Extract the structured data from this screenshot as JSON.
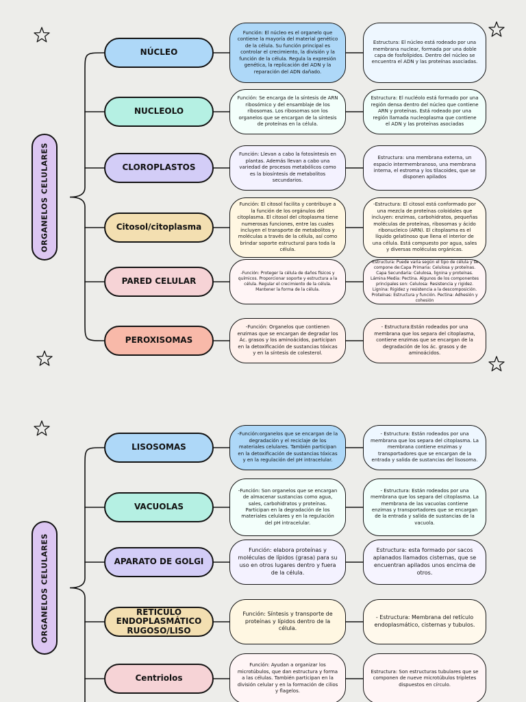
{
  "sections": [
    {
      "label": "ORGANELOS CELULARES",
      "rows": [
        {
          "name": "NÚCLEO",
          "color": "#aed8f8",
          "funcion": "Función: El núcleo es el organelo que contiene la mayoría del material genético de la célula. Su función principal es controlar el crecimiento, la división y la función de la célula. Regula la expresión genética, la replicación del ADN y la reparación del ADN dañado.",
          "estructura": "Estructura: El núcleo está rodeado por una membrana nuclear, formada por una doble capa de fosfolípidos. Dentro del núcleo se encuentra el ADN y las proteínas asociadas."
        },
        {
          "name": "NUCLEOLO",
          "color": "#b5f0e3",
          "funcion": "Función: Se encarga de la síntesis de ARN ribosómico y del ensamblaje de los ribosomas. Los ribosomas son los organelos que se encargan de la síntesis de proteínas en la célula.",
          "estructura": "Estructura: El nucléolo está formado por una región densa dentro del núcleo que contiene ARN y proteínas. Está rodeado por una región llamada nucleoplasma que contiene el ADN y las proteínas asociadas"
        },
        {
          "name": "CLOROPLASTOS",
          "color": "#d3cdf7",
          "funcion": "Función: Llevan a cabo la fotosíntesis en plantas. Además llevan a cabo una variedad de procesos metabólicos como es la biosíntesis de metabolitos secundarios.",
          "estructura": "Estructura: una membrana externa, un espacio intermembranoso, una membrana interna, el estroma y los tilacoides, que se disponen apilados"
        },
        {
          "name": "Citosol/citoplasma",
          "color": "#f3dfb1",
          "funcion": "Función: El citosol facilita y contribuye a la función de los orgánulos del citoplasma. El citosol del citoplasma tiene numerosas funciones, entre las cuales incluyen el transporte de metabolitos y moléculas a través de la célula, así como brindar soporte estructural para toda la célula.",
          "estructura": "-Estructura: El citosol está conformado por una mezcla de proteínas coloidales que incluyen: enzimas, carbohidratos, pequeñas moléculas de proteínas, ribosomas y ácido ribonucleico (ARN). El citoplasma es el líquido gelatinoso que llena el interior de una célula. Está compuesto por agua, sales y diversas moléculas orgánicas."
        },
        {
          "name": "PARED CELULAR",
          "color": "#f6d3d6",
          "funcion": "-Función: Proteger la célula de daños físicos y químicos. Proporcionar soporte y estructura a la célula. Regular el crecimiento de la célula. Mantener la forma de la célula.",
          "estructura": "-Estructura: Puede varia según el tipo de célula y se compone de:Capa Primaria: Celulosa y proteínas. Capa Secundaria: Celulosa, lignina y proteínas. Lámina Media: Pectina. Algunos de los componentes principales son: Celulosa: Resistencia y rigidez. Lignina: Rigidez y resistencia a la descomposición. Proteínas: Estructura y función. Pectina: Adhesión y cohesión"
        },
        {
          "name": "PEROXISOMAS",
          "color": "#f8b9a9",
          "funcion": "-Función: Organelos que contienen enzimas que se encargan de degradar los Ác. grasos y los aminoácidos, participan en la detoxificación de sustancias tóxicas y en la síntesis de colesterol.",
          "estructura": "- Estructura:Están rodeados por una membrana que los separa del citoplasma, contiene enzimas que se encargan de la degradación de los ác. grasos y de aminoácidos."
        }
      ]
    },
    {
      "label": "ORGANELOS CELULARES",
      "rows": [
        {
          "name": "LISOSOMAS",
          "color": "#aed8f8",
          "funcion": "-Función:organelos que se encargan de la degradación y el reciclaje de los materiales celulares. También participan en la detoxificación de sustancias tóxicas y en la regulación del pH intracelular.",
          "estructura": "- Estructura: Están rodeados por una membrana que los separa del citoplasma. La membrana contiene enzimas y transportadores que se encargan de la entrada y salida de sustancias del lisosoma."
        },
        {
          "name": "VACUOLAS",
          "color": "#b5f0e3",
          "funcion": "-Función: Son organelos que se encargan de almacenar sustancias como agua, sales, carbohidratos y proteínas. Participan en la degradación de los materiales celulares y en la regulación del pH intracelular.",
          "estructura": "- Estructura: Están rodeados por una membrana que los separa del citoplasma. La membrana de las vacuolas contiene enzimas y transportadores que se encargan de la entrada y salida de sustancias de la vacuola."
        },
        {
          "name": "APARATO DE GOLGI",
          "color": "#d3cdf7",
          "funcion": "Función: elabora proteínas y moléculas de lípidos (grasa) para su uso en otros lugares dentro y fuera de la célula.",
          "estructura": "Estructura: esta formado por sacos aplanados llamados cisternas, que se encuentran apilados unos encima de otros."
        },
        {
          "name": "RETÍCULO ENDOPLASMÁTICO RUGOSO/LISO",
          "color": "#f3dfb1",
          "funcion": "Función: Síntesis y transporte de proteínas y lípidos dentro de la célula.",
          "estructura": "- Estructura: Membrana del retículo endoplasmático, cisternas y tubulos."
        },
        {
          "name": "Centriolos",
          "color": "#f6d3d6",
          "funcion": "Función: Ayudan a organizar los microtúbulos, que dan estructura y forma a las células. También participan en la división celular y en la formación de cilios y flagelos.",
          "estructura": "Estructura: Son estructuras tubulares que se componen de nueve microtúbulos tripletes dispuestos en círculo."
        }
      ]
    }
  ],
  "colors": {
    "background": "#ededea",
    "label_fill": "#dcc6f2",
    "funcion_fill": "#fff7e2",
    "estructura_fill": "#fdf6f8",
    "outline": "#111111"
  }
}
